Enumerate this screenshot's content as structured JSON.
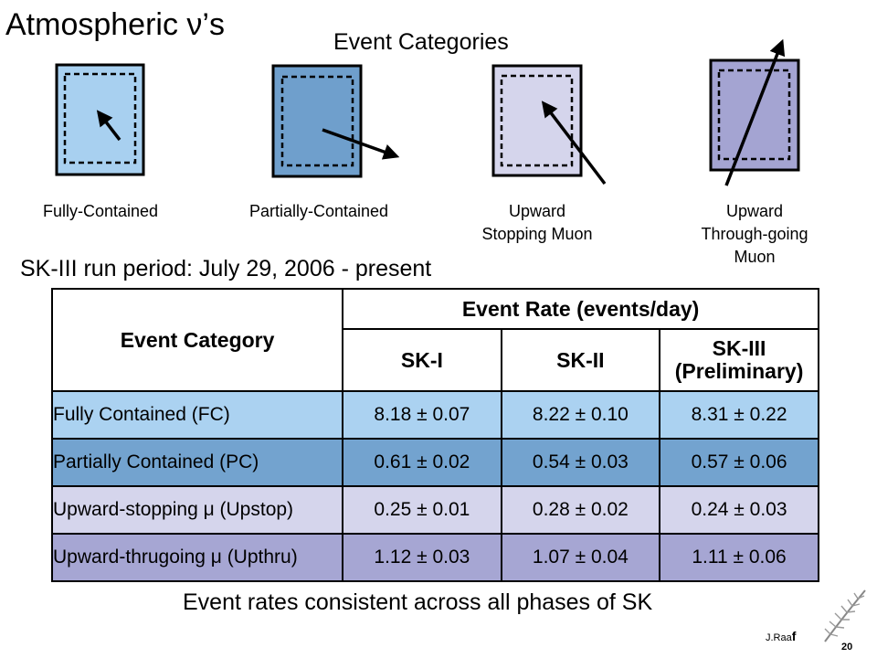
{
  "slide": {
    "title": "Atmospheric ν’s",
    "subtitle": "Event Categories",
    "run_period": "SK-III run period: July 29, 2006 - present",
    "footer": "Event rates consistent across all phases of SK",
    "author_prefix": "J.Raa",
    "author_suffix": "f",
    "page_number": "20"
  },
  "categories": [
    {
      "line1": "Fully-Contained",
      "line2": "",
      "line3": "",
      "fill": "#a8d0f0"
    },
    {
      "line1": "Partially-Contained",
      "line2": "",
      "line3": "",
      "fill": "#6f9fcc"
    },
    {
      "line1": "Upward",
      "line2": "Stopping Muon",
      "line3": "",
      "fill": "#d5d5ec"
    },
    {
      "line1": "Upward",
      "line2": "Through-going",
      "line3": "Muon",
      "fill": "#a4a4d2"
    }
  ],
  "table": {
    "col_category": "Event Category",
    "col_rate": "Event Rate (events/day)",
    "phases": [
      {
        "line1": "SK-I",
        "line2": ""
      },
      {
        "line1": "SK-II",
        "line2": ""
      },
      {
        "line1": "SK-III",
        "line2": "(Preliminary)"
      }
    ],
    "rows": [
      {
        "label": "Fully Contained (FC)",
        "sk1": "8.18 ± 0.07",
        "sk2": "8.22 ± 0.10",
        "sk3": "8.31 ± 0.22",
        "color": "#abd2f1"
      },
      {
        "label": "Partially Contained (PC)",
        "sk1": "0.61 ± 0.02",
        "sk2": "0.54 ± 0.03",
        "sk3": "0.57 ± 0.06",
        "color": "#73a3cf"
      },
      {
        "label": "Upward-stopping μ (Upstop)",
        "sk1": "0.25 ± 0.01",
        "sk2": "0.28 ± 0.02",
        "sk3": "0.24 ± 0.03",
        "color": "#d5d5ec"
      },
      {
        "label": "Upward-thrugoing μ (Upthru)",
        "sk1": "1.12 ± 0.03",
        "sk2": "1.07 ± 0.04",
        "sk3": "1.11 ± 0.06",
        "color": "#a6a6d3"
      }
    ]
  }
}
